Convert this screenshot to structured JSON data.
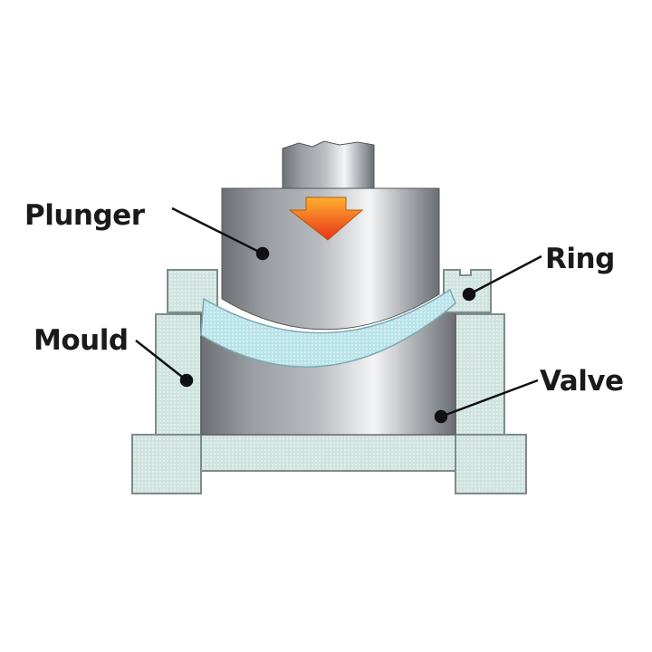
{
  "labels": {
    "plunger": "Plunger",
    "ring": "Ring",
    "mould": "Mould",
    "valve": "Valve"
  },
  "colors": {
    "mould": "#cfe3df",
    "lens": "#bfe6ec",
    "metal_dark": "#6f7378",
    "metal_light": "#f2f3f4",
    "arrow": "#f57a1f",
    "text": "#1a1a1a"
  }
}
